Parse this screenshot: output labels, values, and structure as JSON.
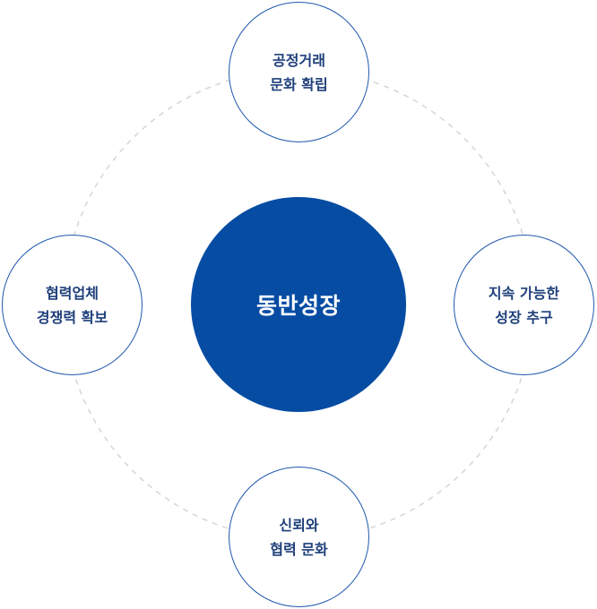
{
  "center": {
    "label": "동반성장"
  },
  "nodes": {
    "top": {
      "line1": "공정거래",
      "line2": "문화 확립"
    },
    "right": {
      "line1": "지속 가능한",
      "line2": "성장 추구"
    },
    "bottom": {
      "line1": "신뢰와",
      "line2": "협력 문화"
    },
    "left": {
      "line1": "협력업체",
      "line2": "경쟁력 확보"
    }
  },
  "colors": {
    "primary": "#064ca3",
    "node_border": "#1f58ad",
    "node_text": "#1e3f7a",
    "ring": "#d5d5d5"
  }
}
